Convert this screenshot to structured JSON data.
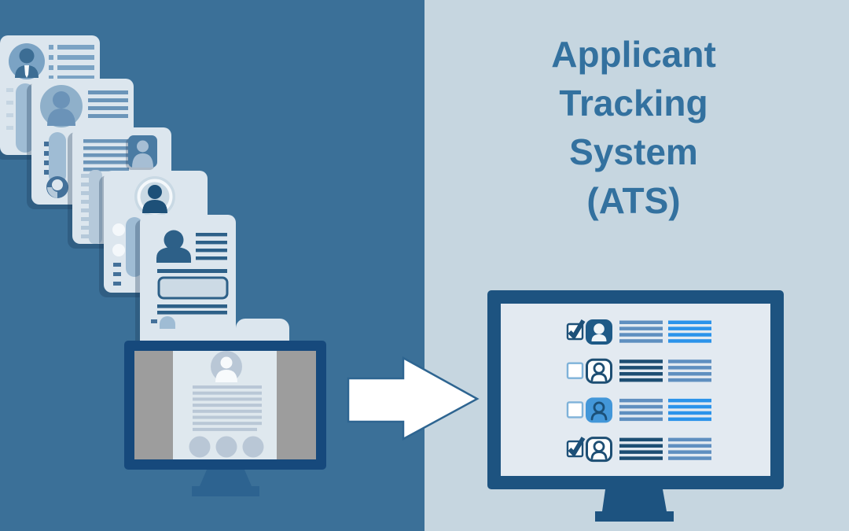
{
  "title": {
    "lines": [
      "Applicant",
      "Tracking",
      "System",
      "(ATS)"
    ],
    "full_text": "Applicant Tracking System (ATS)",
    "color": "#33719f"
  },
  "palette": {
    "bg_left": "#3b7098",
    "bg_right": "#c6d6e0",
    "card": "#dce6ee",
    "card_shadow": "rgba(23,52,82,0.30)",
    "slate_light": "#7ba3c4",
    "slate_mid": "#6b95b9",
    "slate_dark": "#2d6088",
    "navy": "#1d5078",
    "clip_blue": "#9fbcd4",
    "binding_blue": "#b5c9da",
    "photo_blue": "#4a7ba3",
    "monitor_frame": "#16497c",
    "monitor_frame_right": "#1d5380",
    "monitor_stand": "#2d6390",
    "monitor_gray_panel": "#9d9d9d",
    "monitor_screen_left": "#dfe8ee",
    "monitor_screen_right": "#e3eaf1",
    "screen_resume_gray": "#b9c7d6",
    "arrow_fill": "#ffffff",
    "arrow_stroke": "#2e6591",
    "ats_line_bright": "#2b93ea",
    "ats_line_medium": "#5f8fc0",
    "ats_line_dark": "#1d4e73",
    "checkbox_checked_border": "#1d5078",
    "checkbox_unchecked_border": "#7fb2d9",
    "avatar_navy_bg": "#1e5a87",
    "avatar_blue_bg": "#4397d9",
    "avatar_outline_bg": "#fdfefe"
  },
  "left_panel": {
    "description": "Stack of six cascading resume documents flowing into a desktop monitor that displays a resume",
    "resume_count": 6,
    "monitor_screen": {
      "content": "resume document with round avatar, 8 text lines and 3 circles",
      "side_panels": "gray"
    }
  },
  "arrow": {
    "icon": "arrow-right-icon",
    "direction": "right"
  },
  "ats_screen": {
    "description": "Monitor showing applicant list with checkboxes, avatars and text lines",
    "lines_per_group": 4,
    "rows": [
      {
        "checkbox": "checked",
        "avatar": "filled-navy",
        "left_lines": "medium",
        "right_lines": "bright"
      },
      {
        "checkbox": "unchecked",
        "avatar": "outline",
        "left_lines": "dark",
        "right_lines": "medium"
      },
      {
        "checkbox": "unchecked",
        "avatar": "filled-blue",
        "left_lines": "medium",
        "right_lines": "bright"
      },
      {
        "checkbox": "checked",
        "avatar": "outline",
        "left_lines": "dark",
        "right_lines": "medium"
      }
    ]
  }
}
